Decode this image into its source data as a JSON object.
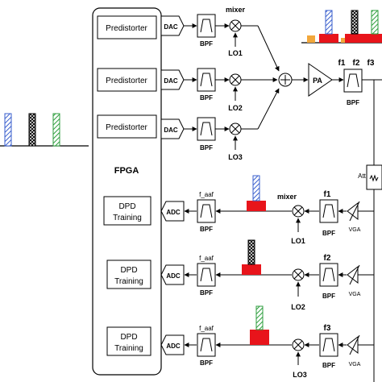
{
  "fpga": {
    "label": "FPGA",
    "predistorters": [
      "Predistorter",
      "Predistorter",
      "Predistorter"
    ],
    "dpd_line1": [
      "DPD",
      "DPD",
      "DPD"
    ],
    "dpd_line2": [
      "Training",
      "Training",
      "Training"
    ]
  },
  "tx": {
    "dac": [
      "DAC",
      "DAC",
      "DAC"
    ],
    "bpf": [
      "BPF",
      "BPF",
      "BPF"
    ],
    "mixer": "mixer",
    "lo": [
      "LO1",
      "LO2",
      "LO3"
    ],
    "pa": "PA",
    "freqs": [
      "f1",
      "f2",
      "f3"
    ],
    "out_bpf": "BPF"
  },
  "feedback": {
    "att": "Att",
    "adc": [
      "ADC",
      "ADC",
      "ADC"
    ],
    "f_aaf": [
      "f_aaf",
      "f_aaf",
      "f_aaf"
    ],
    "aaf_bpf": [
      "BPF",
      "BPF",
      "BPF"
    ],
    "mixer": "mixer",
    "lo": [
      "LO1",
      "LO2",
      "LO3"
    ],
    "f": [
      "f1",
      "f2",
      "f3"
    ],
    "rf_bpf": [
      "BPF",
      "BPF",
      "BPF"
    ],
    "vga": [
      "VGA",
      "VGA",
      "VGA"
    ]
  },
  "colors": {
    "blue": "#3a5fcd",
    "black": "#000000",
    "green": "#2e9e3e",
    "red": "#e8141b",
    "orange": "#f2a73b"
  }
}
